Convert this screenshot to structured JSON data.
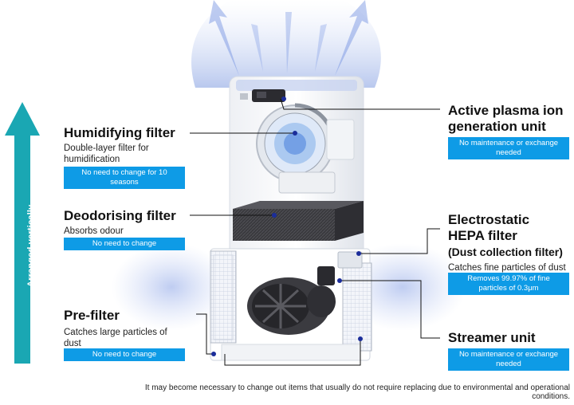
{
  "vertical_arrow": {
    "label": "Arranged vertically",
    "color": "#1aa7b3"
  },
  "accent_color": "#0e9be6",
  "left_labels": [
    {
      "title": "Humidifying filter",
      "description_lines": [
        "Double-layer filter for",
        "humidification"
      ],
      "badge_lines": [
        "No need to change for 10 seasons"
      ]
    },
    {
      "title": "Deodorising filter",
      "description_lines": [
        "Absorbs odour"
      ],
      "badge_lines": [
        "No need to change"
      ]
    },
    {
      "title": "Pre-filter",
      "description_lines": [
        "Catches large particles of",
        "dust"
      ],
      "badge_lines": [
        "No need to change"
      ]
    }
  ],
  "right_labels": [
    {
      "title_lines": [
        "Active plasma ion",
        "generation unit"
      ],
      "description_lines": [],
      "badge_lines": [
        "No maintenance or exchange needed"
      ]
    },
    {
      "title_lines": [
        "Electrostatic",
        "HEPA filter"
      ],
      "subtitle": "(Dust collection filter)",
      "description_lines": [
        "Catches fine particles of dust"
      ],
      "badge_lines": [
        "Removes 99.97% of fine",
        "particles of 0.3μm"
      ]
    },
    {
      "title_lines": [
        "Streamer unit"
      ],
      "description_lines": [],
      "badge_lines": [
        "No maintenance or exchange needed"
      ]
    }
  ],
  "footnote": "It may become necessary to change out items that usually do not require replacing due to environmental and operational conditions."
}
